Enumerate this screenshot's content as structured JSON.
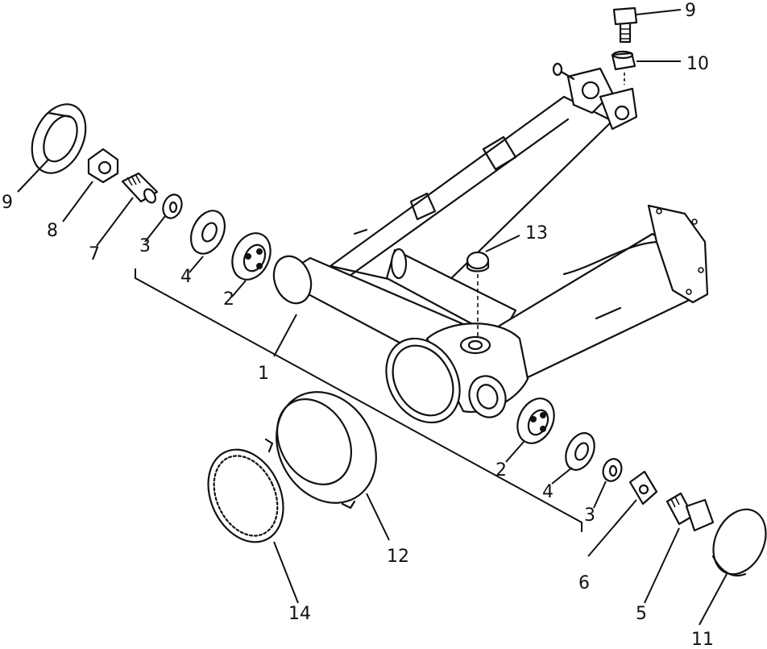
{
  "diagram": {
    "callouts": [
      {
        "id": "1",
        "text": "1"
      },
      {
        "id": "2a",
        "text": "2"
      },
      {
        "id": "2b",
        "text": "2"
      },
      {
        "id": "3a",
        "text": "3"
      },
      {
        "id": "3b",
        "text": "3"
      },
      {
        "id": "4a",
        "text": "4"
      },
      {
        "id": "4b",
        "text": "4"
      },
      {
        "id": "5",
        "text": "5"
      },
      {
        "id": "6",
        "text": "6"
      },
      {
        "id": "7",
        "text": "7"
      },
      {
        "id": "8",
        "text": "8"
      },
      {
        "id": "9a",
        "text": "9"
      },
      {
        "id": "9b",
        "text": "9"
      },
      {
        "id": "10",
        "text": "10"
      },
      {
        "id": "11",
        "text": "11"
      },
      {
        "id": "12",
        "text": "12"
      },
      {
        "id": "13",
        "text": "13"
      },
      {
        "id": "14",
        "text": "14"
      }
    ]
  }
}
